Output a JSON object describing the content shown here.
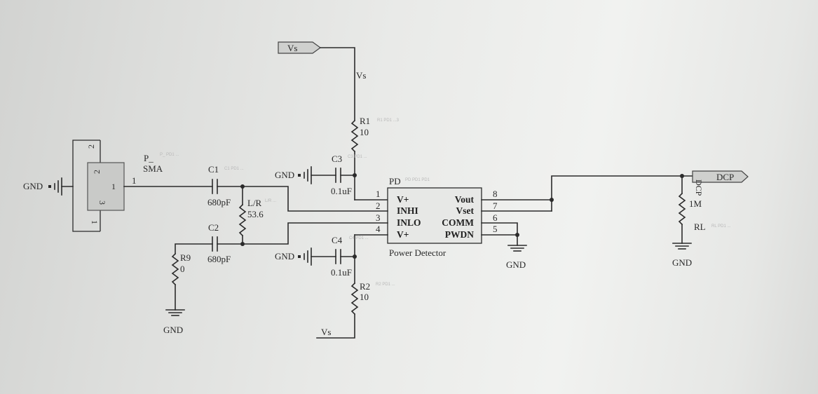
{
  "nets": {
    "vs_port": "Vs",
    "vs_top": "Vs",
    "vs_bottom": "Vs",
    "dcp_port": "DCP",
    "dcp_vertical": "DCP"
  },
  "ground_labels": {
    "gnd_sma": "GND",
    "gnd_c3": "GND",
    "gnd_c4": "GND",
    "gnd_r9": "GND",
    "gnd_ic": "GND",
    "gnd_rl": "GND"
  },
  "connector": {
    "ref": "P_",
    "value": "SMA",
    "pin_out": "1",
    "pins": [
      "2",
      "2",
      "1",
      "3",
      "1"
    ]
  },
  "components": {
    "R1": {
      "ref": "R1",
      "value": "10"
    },
    "R2": {
      "ref": "R2",
      "value": "10"
    },
    "R9": {
      "ref": "R9",
      "value": "0"
    },
    "RL": {
      "ref": "RL",
      "value": "1M"
    },
    "LR": {
      "ref": "L/R",
      "value": "53.6"
    },
    "C1": {
      "ref": "C1",
      "value": "680pF"
    },
    "C2": {
      "ref": "C2",
      "value": "680pF"
    },
    "C3": {
      "ref": "C3",
      "value": "0.1uF"
    },
    "C4": {
      "ref": "C4",
      "value": "0.1uF"
    }
  },
  "ic": {
    "ref": "PD",
    "name": "Power Detector",
    "left_pins": [
      {
        "num": "1",
        "name": "V+"
      },
      {
        "num": "2",
        "name": "INHI"
      },
      {
        "num": "3",
        "name": "INLO"
      },
      {
        "num": "4",
        "name": "V+"
      }
    ],
    "right_pins": [
      {
        "num": "8",
        "name": "Vout"
      },
      {
        "num": "7",
        "name": "Vset"
      },
      {
        "num": "6",
        "name": "COMM"
      },
      {
        "num": "5",
        "name": "PWDN"
      }
    ]
  },
  "faint_labels": {
    "r1": "R1 PD1 ...3",
    "sma": "P_ PD1 ...",
    "c1": "C1 PD1 ...",
    "c3": "C3 PD1 ...",
    "lr": "L/R ...",
    "pd": "PD PD1 PD1",
    "c4": "C4 PD1 ...",
    "r2": "R2 PD1 ...",
    "rl": "RL PD1 ..."
  },
  "colors": {
    "ink": "#2b2b2b",
    "paper": "#e9eae8",
    "ic_fill": "#e7e8e6",
    "flag_fill": "#cfd0ce"
  }
}
